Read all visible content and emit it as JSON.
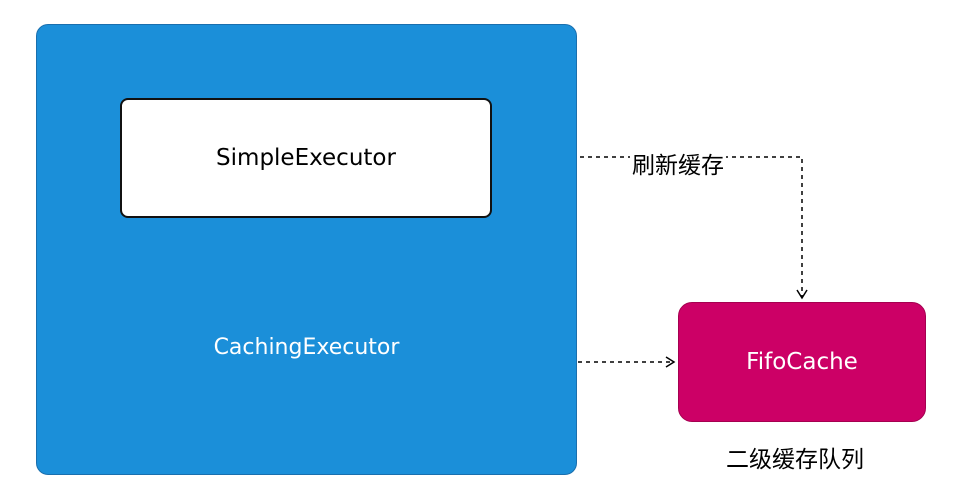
{
  "nodes": {
    "caching_executor": "CachingExecutor",
    "simple_executor": "SimpleExecutor",
    "fifo_cache": "FifoCache"
  },
  "edges": {
    "refresh_cache": "刷新缓存"
  },
  "annotations": {
    "second_level_cache_queue": "二级缓存队列"
  },
  "colors": {
    "caching_fill": "#1b8fd9",
    "fifo_fill": "#cc0066",
    "simple_fill": "#ffffff"
  }
}
